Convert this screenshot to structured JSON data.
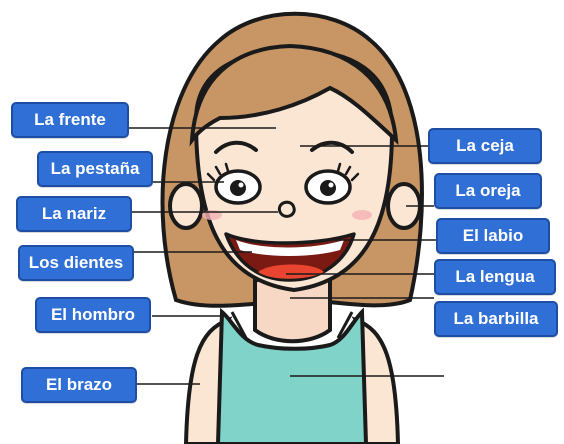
{
  "labels": {
    "frente": "La frente",
    "pestana": "La pestaña",
    "nariz": "La nariz",
    "dientes": "Los dientes",
    "hombro": "El hombro",
    "brazo": "El brazo",
    "ceja": "La ceja",
    "oreja": "La oreja",
    "labio": "El labio",
    "lengua": "La lengua",
    "barbilla": "La barbilla"
  },
  "colors": {
    "label_fill": "#2f6fd6",
    "label_border": "#1d4ea3",
    "hair": "#c89564",
    "skin": "#fbe6d4",
    "shirt": "#7fd3c9",
    "mouth": "#7a1a12",
    "tongue": "#e8442f"
  }
}
